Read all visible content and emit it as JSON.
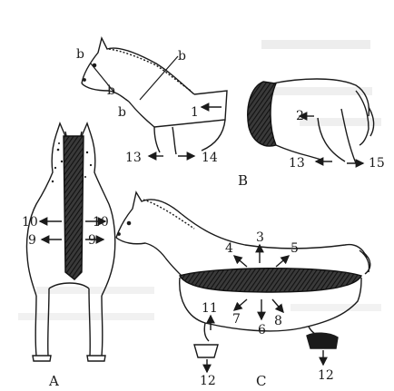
{
  "panels": {
    "A": {
      "label": "A",
      "numbers": {
        "n10_left": "10",
        "n10_right": "10",
        "n9_left": "9",
        "n9_right": "9"
      }
    },
    "B": {
      "label": "B",
      "numbers": {
        "b1": "b",
        "b2": "b",
        "b3": "b",
        "b4": "b",
        "n1": "1",
        "n2": "2",
        "n13_left": "13",
        "n14": "14",
        "n13_right": "13",
        "n15": "15"
      }
    },
    "C": {
      "label": "C",
      "numbers": {
        "n3": "3",
        "n4": "4",
        "n5": "5",
        "n11": "11",
        "n7": "7",
        "n6": "6",
        "n8": "8",
        "n12_left": "12",
        "n12_right": "12"
      }
    }
  },
  "colors": {
    "ink": "#1a1a1a",
    "hatch": "#2b2b2b",
    "background": "#ffffff",
    "ghost_text": "#c9c9c9"
  }
}
